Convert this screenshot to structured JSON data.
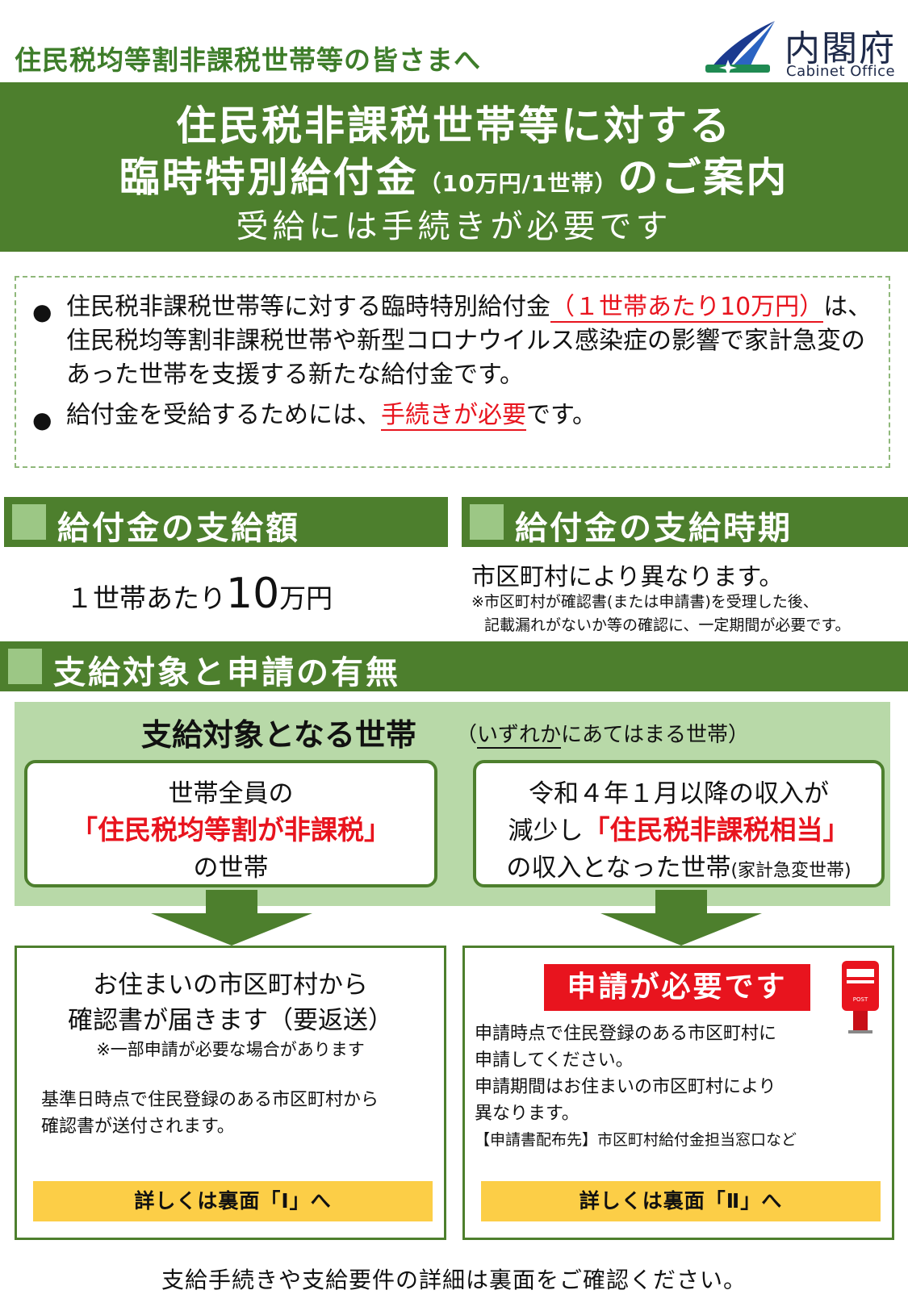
{
  "header": {
    "audience": "住民税均等割非課税世帯等の皆さまへ",
    "logo_ja": "内閣府",
    "logo_en": "Cabinet Office"
  },
  "banner": {
    "line1": "住民税非課税世帯等に対する",
    "line2_main": "臨時特別給付金",
    "line2_paren": "（10万円/1世帯）",
    "line2_tail": "のご案内",
    "line3": "受給には手続きが必要です"
  },
  "intro": {
    "bullet": "●",
    "b1_a": "住民税非課税世帯等に対する臨時特別給付金",
    "b1_highlight": "（１世帯あたり10万円）",
    "b1_b": "は、住民税均等割非課税世帯や新型コロナウイルス感染症の影響で家計急変のあった世帯を支援する新たな給付金です。",
    "b2_a": "給付金を受給するためには、",
    "b2_highlight": "手続きが必要",
    "b2_b": "です。"
  },
  "amount": {
    "heading": "給付金の支給額",
    "prefix": "１世帯あたり",
    "number": "10",
    "unit": "万円"
  },
  "timing": {
    "heading": "給付金の支給時期",
    "main": "市区町村により異なります。",
    "note1": "※市区町村が確認書(または申請書)を受理した後、",
    "note2": "記載漏れがないか等の確認に、一定期間が必要です。"
  },
  "eligibility": {
    "heading": "支給対象と申請の有無",
    "title": "支給対象となる世帯",
    "sub_open": "（",
    "sub_ul": "いずれか",
    "sub_rest": "にあてはまる世帯）",
    "left": {
      "l1": "世帯全員の",
      "l2": "「住民税均等割が非課税」",
      "l3": "の世帯"
    },
    "right": {
      "l1": "令和４年１月以降の収入が",
      "l2a": "減少し",
      "l2b": "「住民税非課税相当」",
      "l3a": "の収入となった世帯",
      "l3b": "(家計急変世帯)"
    }
  },
  "result_left": {
    "t1": "お住まいの市区町村から",
    "t2": "確認書が届きます（要返送）",
    "note": "※一部申請が必要な場合があります",
    "p1": "基準日時点で住民登録のある市区町村から",
    "p2": "確認書が送付されます。",
    "link": "詳しくは裏面「Ⅰ」へ"
  },
  "result_right": {
    "badge": "申請が必要です",
    "p1": "申請時点で住民登録のある市区町村に",
    "p2": "申請してください。",
    "p3": "申請期間はお住まいの市区町村により",
    "p4": "異なります。",
    "p5": "【申請書配布先】市区町村給付金担当窓口など",
    "post_label": "POST",
    "link": "詳しくは裏面「Ⅱ」へ"
  },
  "footer": "支給手続きや支給要件の詳細は裏面をご確認ください。",
  "colors": {
    "green": "#4d7f2d",
    "light_green": "#b8d9a8",
    "red": "#e8141e",
    "yellow": "#fcce47"
  }
}
